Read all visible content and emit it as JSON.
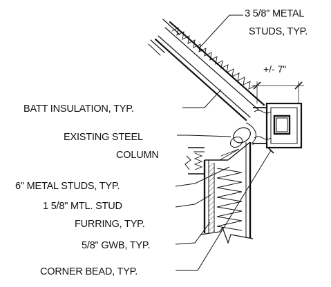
{
  "labels": {
    "metal_studs_line1": "3 5/8\" METAL",
    "metal_studs_line2": "STUDS, TYP.",
    "dimension": "+/- 7\"",
    "batt_insulation": "BATT INSULATION, TYP.",
    "steel_column_line1": "EXISTING STEEL",
    "steel_column_line2": "COLUMN",
    "six_inch_studs": "6\" METAL STUDS, TYP.",
    "furring_line1": "1 5/8\" MTL. STUD",
    "furring_line2": "FURRING, TYP.",
    "gwb": "5/8\" GWB, TYP.",
    "corner_bead": "CORNER BEAD, TYP."
  },
  "colors": {
    "ink": "#111111",
    "background": "#ffffff"
  }
}
